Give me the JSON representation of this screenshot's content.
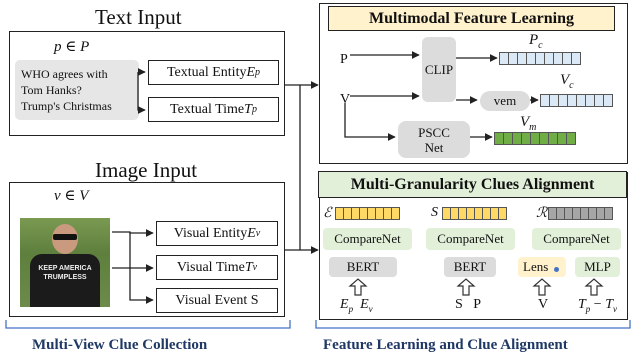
{
  "left": {
    "text_input": {
      "title": "Text Input",
      "set": "p ∈ P",
      "sample_text_lines": [
        "WHO agrees with",
        "Tom Hanks?",
        "Trump's Christmas"
      ],
      "outputs": [
        {
          "label": "Textual Entity ",
          "sym": "E",
          "sub": "p"
        },
        {
          "label": "Textual Time ",
          "sym": "T",
          "sub": "p"
        }
      ]
    },
    "image_input": {
      "title": "Image Input",
      "set": "v ∈ V",
      "photo_caption": "KEEP AMERICA TRUMPLESS",
      "outputs": [
        {
          "label": "Visual Entity ",
          "sym": "E",
          "sub": "v"
        },
        {
          "label": "Visual Time ",
          "sym": "T",
          "sub": "v"
        },
        {
          "label": "Visual Event S",
          "sym": "",
          "sub": ""
        }
      ]
    },
    "caption": "Multi-View Clue Collection"
  },
  "feature_learning": {
    "title": "Multimodal Feature Learning",
    "P_label": "P",
    "V_label": "V",
    "clip_label": "CLIP",
    "vem_label": "vem",
    "pscc_lines": [
      "PSCC",
      "Net"
    ],
    "outputs": [
      {
        "sym": "P",
        "sub": "c"
      },
      {
        "sym": "V",
        "sub": "c"
      },
      {
        "sym": "V",
        "sub": "m"
      }
    ]
  },
  "alignment": {
    "title": "Multi-Granularity Clues Alignment",
    "groups": [
      {
        "sym": "ℰ",
        "compare": "CompareNet",
        "encoder": "BERT",
        "inputs": "E_p  E_v"
      },
      {
        "sym": "S",
        "compare": "CompareNet",
        "encoder": "BERT",
        "inputs": "S    P"
      },
      {
        "sym": "ℛ",
        "compare": "CompareNet",
        "encoder": "Lens",
        "encoder2": "MLP",
        "inputs": "V",
        "inputs2": "T_p − T_v"
      }
    ],
    "bottom_inputs": {
      "g1a": "E",
      "g1a_sub": "p",
      "g1b": "E",
      "g1b_sub": "v",
      "g2a": "S",
      "g2b": "P",
      "g3a": "V",
      "g4a": "T",
      "g4a_sub": "p",
      "g4_minus": " − ",
      "g4b": "T",
      "g4b_sub": "v"
    }
  },
  "right_caption": "Feature Learning and Clue Alignment",
  "colors": {
    "pc_cells": "#dbe8f5",
    "vc_cells": "#dbe8f5",
    "vm_cells": "#70ad47",
    "e_cells": "#ffd966",
    "s_cells": "#ffd966",
    "r_cells": "#a6a6a6",
    "fl_title_bg": "#fff2cc",
    "al_title_bg": "#e2f0d9",
    "lens_bg": "#fff2cc",
    "mlp_bg": "#e2f0d9",
    "caption_color": "#1f3864"
  }
}
